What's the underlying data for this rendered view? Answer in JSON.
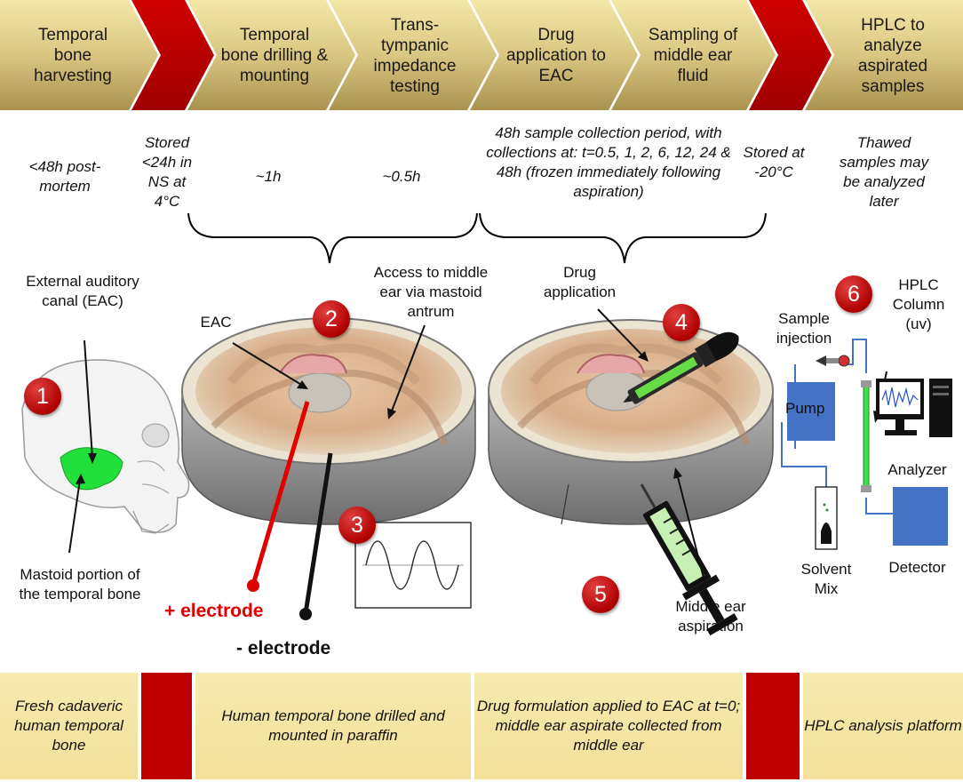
{
  "steps": [
    {
      "label": "Temporal bone harvesting"
    },
    {
      "label": "Temporal bone drilling & mounting"
    },
    {
      "label": "Trans-tympanic impedance testing"
    },
    {
      "label": "Drug application to EAC"
    },
    {
      "label": "Sampling of middle ear fluid"
    },
    {
      "label": "HPLC to analyze aspirated samples"
    }
  ],
  "timing": {
    "t1": "<48h post-mortem",
    "t2": "Stored <24h in NS at 4°C",
    "t3": "~1h",
    "t4": "~0.5h",
    "t5": "48h sample collection period, with collections at: t=0.5, 1, 2, 6, 12, 24 & 48h (frozen immediately following aspiration)",
    "t6": "Stored at -20°C",
    "t7": "Thawed samples may be analyzed later"
  },
  "badges": [
    "1",
    "2",
    "3",
    "4",
    "5",
    "6"
  ],
  "labels": {
    "eac_full": "External auditory canal (EAC)",
    "eac": "EAC",
    "access": "Access to middle ear via mastoid antrum",
    "mastoid": "Mastoid portion of the temporal bone",
    "plus_electrode": "+ electrode",
    "minus_electrode": "- electrode",
    "drug_app": "Drug application",
    "middle_ear_asp": "Middle ear aspiration",
    "sample_inj": "Sample injection",
    "hplc_col": "HPLC Column (uv)",
    "pump": "Pump",
    "analyzer": "Analyzer",
    "solvent": "Solvent Mix",
    "detector": "Detector"
  },
  "bottom": {
    "b1": "Fresh cadaveric human temporal bone",
    "b2": "Human temporal bone drilled and mounted in paraffin",
    "b3": "Drug formulation applied to EAC at t=0; middle ear aspirate collected from middle ear",
    "b4": "HPLC analysis platform"
  },
  "colors": {
    "gold": "#c9b56a",
    "red": "#c00000",
    "green": "#3ce34a",
    "blue": "#4472c4"
  }
}
